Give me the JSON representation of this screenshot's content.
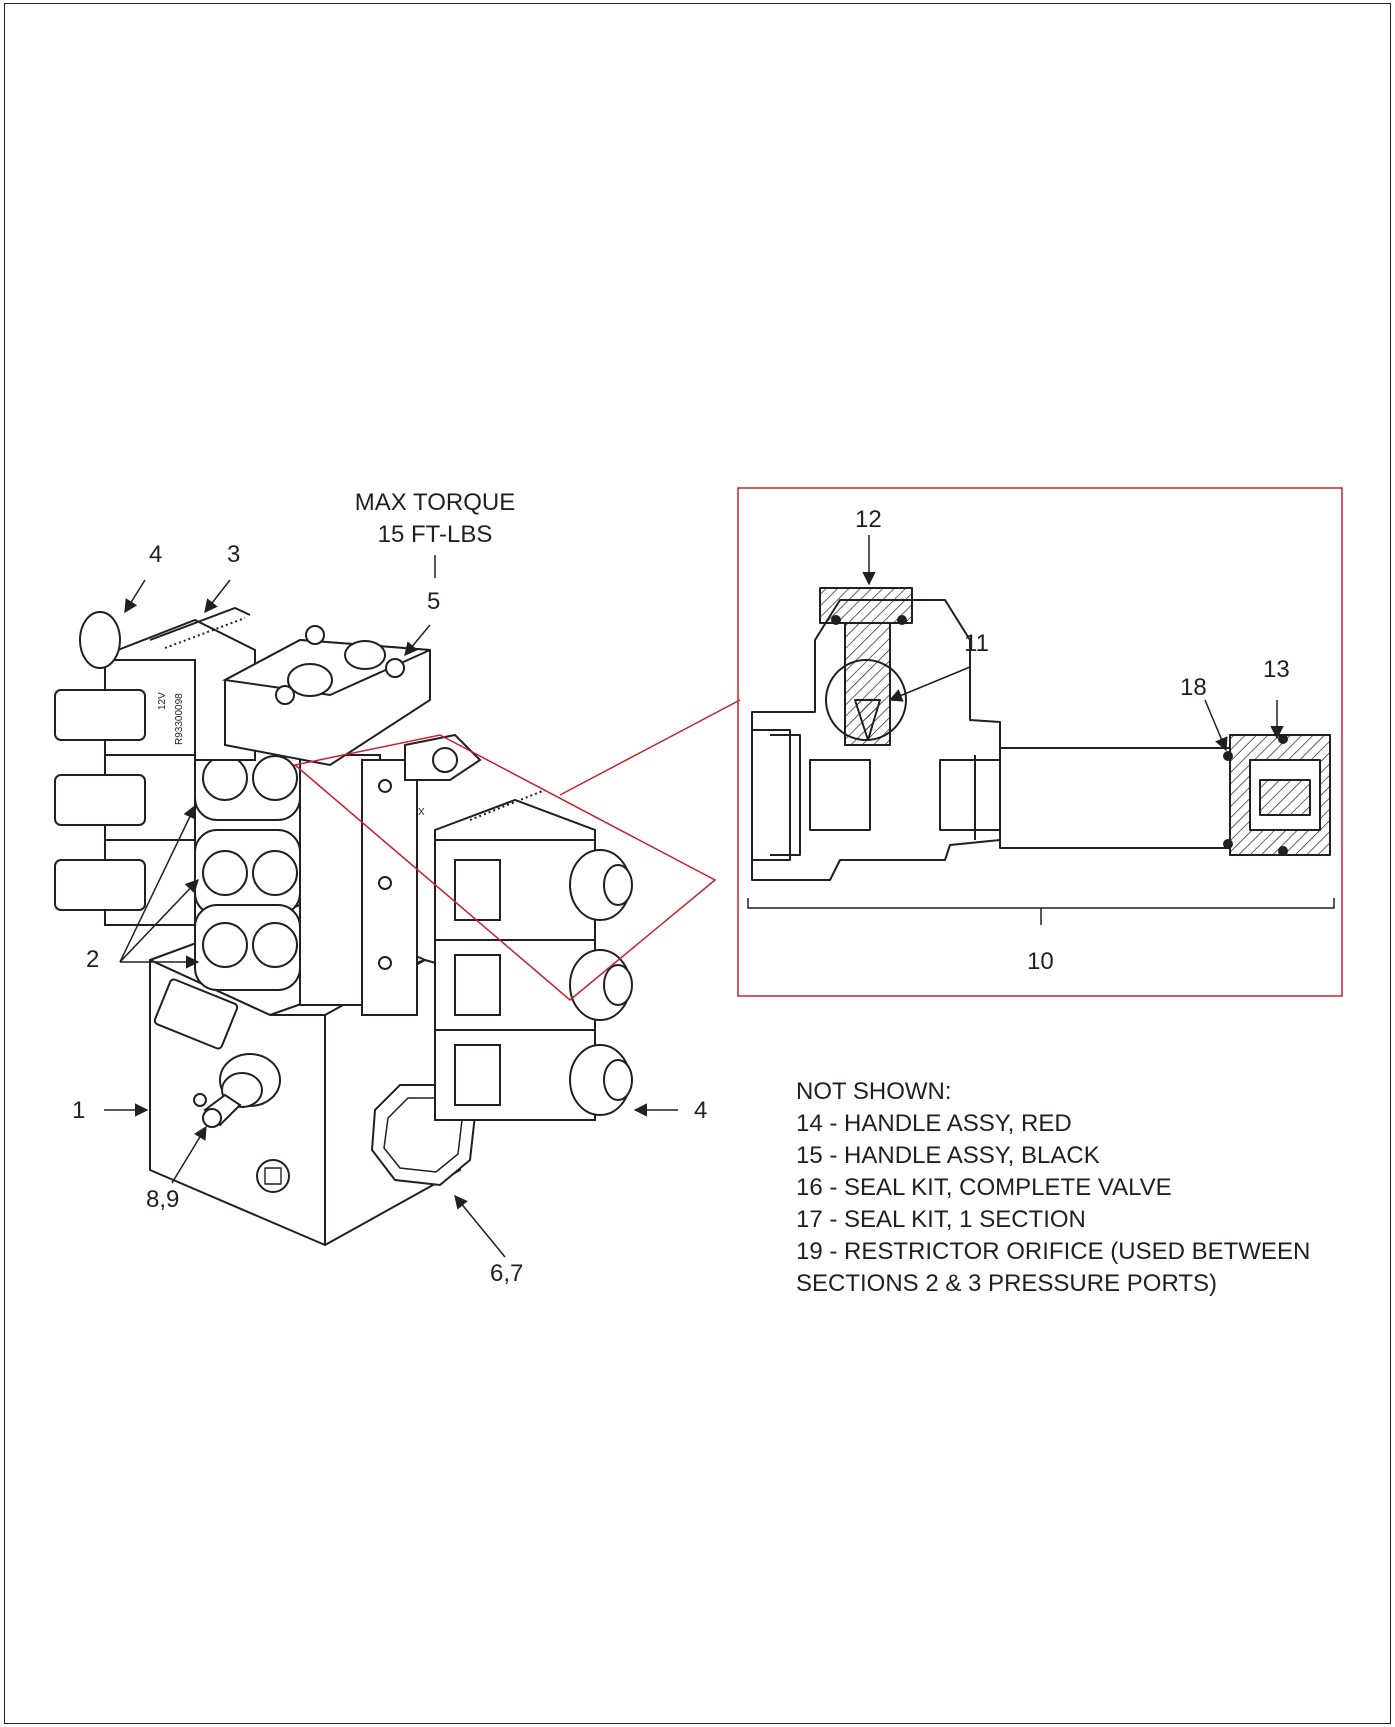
{
  "torque_note": {
    "line1": "MAX TORQUE",
    "line2": "15 FT-LBS"
  },
  "callouts": {
    "c1": "1",
    "c2": "2",
    "c3": "3",
    "c4_top": "4",
    "c4_right": "4",
    "c5": "5",
    "c67": "6,7",
    "c89": "8,9",
    "c10": "10",
    "c11": "11",
    "c12": "12",
    "c13": "13",
    "c18": "18"
  },
  "coil_marking": {
    "voltage": "12V",
    "part": "R93300098",
    "port_label": "X"
  },
  "not_shown": {
    "heading": "NOT SHOWN:",
    "items": [
      "14 - HANDLE ASSY, RED",
      "15 - HANDLE ASSY, BLACK",
      "16 - SEAL KIT, COMPLETE VALVE",
      "17 - SEAL KIT, 1 SECTION",
      "19 - RESTRICTOR ORIFICE (USED BETWEEN",
      "SECTIONS 2 & 3 PRESSURE PORTS)"
    ]
  },
  "colors": {
    "ink": "#231f20",
    "detail_frame": "#c8202f"
  }
}
